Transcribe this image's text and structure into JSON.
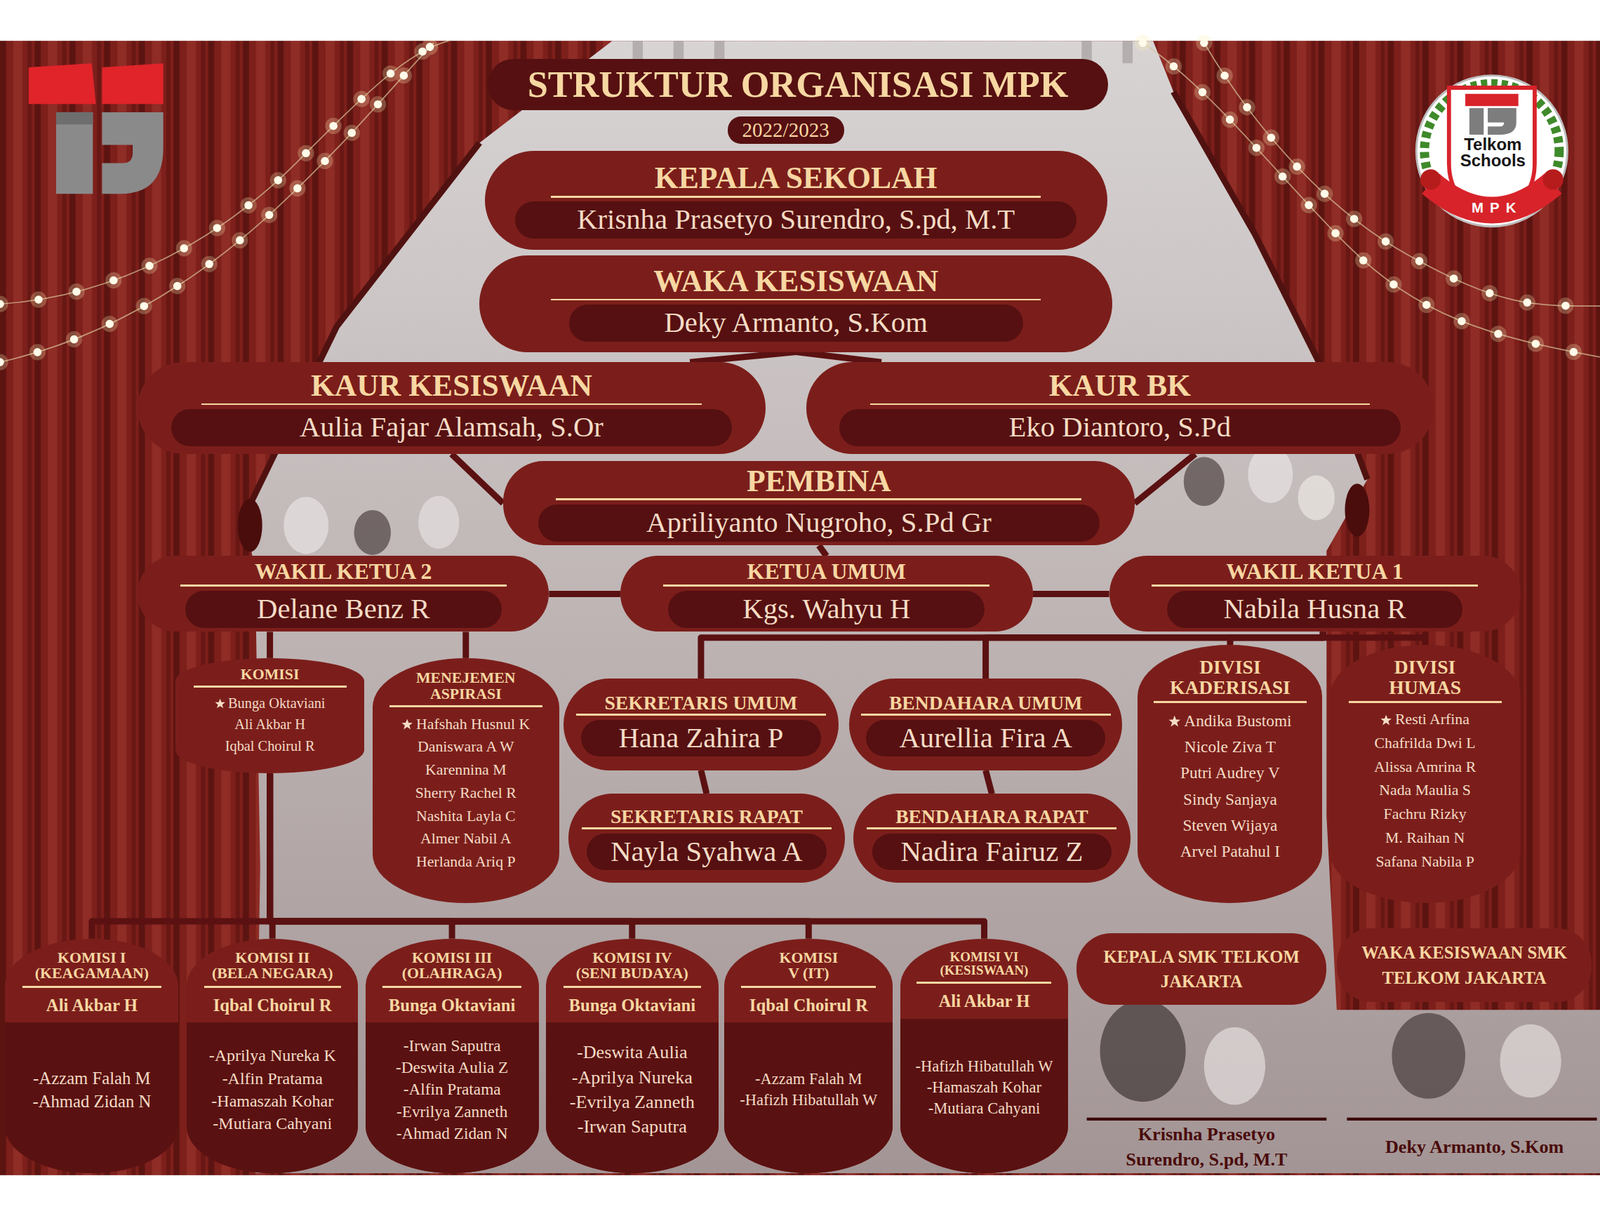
{
  "diagram": {
    "title": "STRUKTUR ORGANISASI MPK",
    "nodes": [
      {
        "text": [
          "KEPALA SEKOLAH",
          "Krisnha Prasetyo Surendro, S.pd, M.T"
        ]
      },
      {
        "text": [
          "WAKA KESISWAAN",
          "Deky Armanto, S.Kom"
        ]
      },
      {
        "text": [
          "KAUR KESISWAAN",
          "Aulia Fajar Alamsah, S.Or"
        ]
      },
      {
        "text": [
          "KAUR BK",
          "Eko Diantoro, S.Pd"
        ]
      },
      {
        "text": [
          "PEMBINA",
          "Apriliyanto Nugroho, S.Pd Gr"
        ]
      },
      {
        "text": [
          "WAKIL KETUA 2",
          "Delane Benz R"
        ]
      },
      {
        "text": [
          "KETUA UMUM",
          "Kgs. Wahyu H"
        ]
      },
      {
        "text": [
          "WAKIL KETUA 1",
          "Nabila Husna R"
        ]
      },
      {
        "text": [
          "KOMISI",
          "Bunga Oktaviani",
          "Ali Akbar H",
          "Iqbal Choirul R"
        ]
      },
      {
        "text": [
          "MENEJEMEN ASPIRASI",
          "Hafshah Husnul K",
          "Daniswara A W",
          "Karennina M",
          "Sherry Rachel R",
          "Nashita Layla C",
          "Almer Nabil A",
          "Herlanda Ariq P"
        ]
      },
      {
        "text": [
          "SEKRETARIS UMUM",
          "Hana Zahira P"
        ]
      },
      {
        "text": [
          "BENDAHARA UMUM",
          "Aurellia Fira A"
        ]
      },
      {
        "text": [
          "DIVISI KADERISASI",
          "Andika Bustomi",
          "Nicole Ziva T",
          "Putri Audrey V",
          "Sindy Sanjaya",
          "Steven Wijaya",
          "Arvel Patahul I"
        ]
      },
      {
        "text": [
          "DIVISI HUMAS",
          "Resti Arfina",
          "Chafrilda Dwi L",
          "Alissa Amrina R",
          "Nada Maulia S",
          "Fachru Rizky",
          "M. Raihan N",
          "Safana Nabila P"
        ]
      },
      {
        "text": [
          "SEKRETARIS RAPAT",
          "Nayla Syahwa A"
        ]
      },
      {
        "text": [
          "BENDAHARA RAPAT",
          "Nadira Fairuz Z"
        ]
      },
      {
        "text": [
          "KOMISI I (KEAGAMAAN)",
          "Ali Akbar H",
          "-Azzam Falah M",
          "-Ahmad Zidan N"
        ]
      },
      {
        "text": [
          "KOMISI II (BELA NEGARA)",
          "Iqbal Choirul R",
          "-Aprilya Nureka K",
          "-Alfin Pratama",
          "-Hamaszah Kohar",
          "-Mutiara Cahyani"
        ]
      },
      {
        "text": [
          "KOMISI III (OLAHRAGA)",
          "Bunga Oktaviani",
          "-Irwan Saputra",
          "-Deswita Aulia Z",
          "-Alfin Pratama",
          "-Evrilya Zanneth",
          "-Ahmad Zidan N"
        ]
      },
      {
        "text": [
          "KOMISI IV (SENI BUDAYA)",
          "Bunga Oktaviani",
          "-Deswita Aulia",
          "-Aprilya Nureka",
          "-Evrilya Zanneth",
          "-Irwan Saputra"
        ]
      },
      {
        "text": [
          "KOMISI V (IT)",
          "Iqbal Choirul R",
          "-Azzam Falah M",
          "-Hafizh Hibatullah W"
        ]
      },
      {
        "text": [
          "KOMISI VI (KESISWAAN)",
          "Ali Akbar H",
          "-Hafizh Hibatullah W",
          "-Hamaszah Kohar",
          "-Mutiara Cahyani"
        ]
      },
      {
        "text": [
          "KEPALA SMK TELKOM JAKARTA"
        ]
      },
      {
        "text": [
          "WAKA KESISWAAN SMK TELKOM JAKARTA"
        ]
      }
    ],
    "edges": [
      {
        "from": 1,
        "to": 2,
        "arrow": "none"
      },
      {
        "from": 1,
        "to": 3,
        "arrow": "none"
      },
      {
        "from": 2,
        "to": 4,
        "arrow": "none"
      },
      {
        "from": 3,
        "to": 4,
        "arrow": "none"
      },
      {
        "from": 4,
        "to": 6,
        "arrow": "none"
      },
      {
        "from": 6,
        "to": 5,
        "arrow": "none"
      },
      {
        "from": 6,
        "to": 7,
        "arrow": "none"
      },
      {
        "from": 7,
        "to": 10,
        "arrow": "none"
      },
      {
        "from": 7,
        "to": 11,
        "arrow": "none"
      },
      {
        "from": 7,
        "to": 12,
        "arrow": "none"
      },
      {
        "from": 7,
        "to": 13,
        "arrow": "none"
      },
      {
        "from": 10,
        "to": 14,
        "arrow": "none"
      },
      {
        "from": 11,
        "to": 15,
        "arrow": "none"
      },
      {
        "from": 5,
        "to": 8,
        "arrow": "none"
      },
      {
        "from": 5,
        "to": 9,
        "arrow": "none"
      },
      {
        "from": 8,
        "to": 16,
        "arrow": "none"
      },
      {
        "from": 8,
        "to": 17,
        "arrow": "none"
      },
      {
        "from": 8,
        "to": 18,
        "arrow": "none"
      },
      {
        "from": 8,
        "to": 19,
        "arrow": "none"
      },
      {
        "from": 8,
        "to": 20,
        "arrow": "none"
      },
      {
        "from": 8,
        "to": 21,
        "arrow": "none"
      }
    ],
    "labels": [
      "2022/2023",
      "Telkom Schools",
      "MPK",
      "Krisnha Prasetyo Surendro, S.pd, M.T",
      "Deky Armanto, S.Kom"
    ]
  }
}
